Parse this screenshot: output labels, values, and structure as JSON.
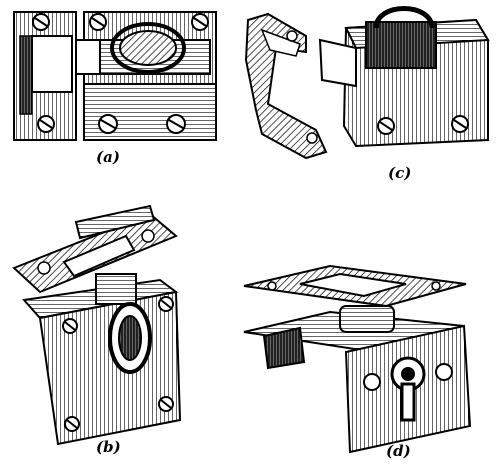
{
  "figure": {
    "captions": {
      "a": "(a)",
      "b": "(b)",
      "c": "(c)",
      "d": "(d)"
    },
    "colors": {
      "ink": "#000000",
      "paper": "#ffffff",
      "shade": "#3a3a3a",
      "light": "#e8e8e8"
    }
  }
}
